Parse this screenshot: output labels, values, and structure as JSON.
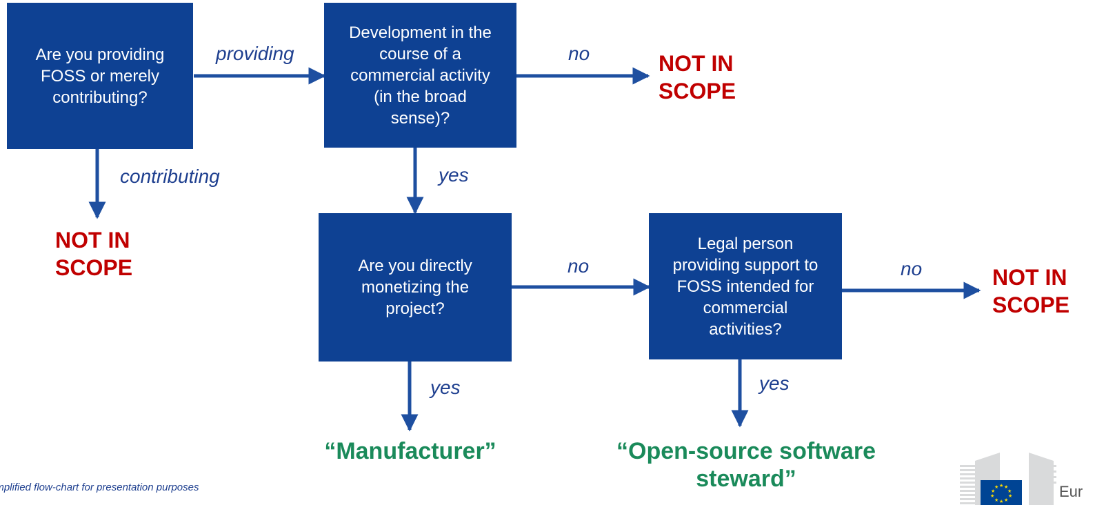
{
  "boxes": {
    "q1": [
      "Are you providing",
      "FOSS or merely",
      "contributing?"
    ],
    "q2": [
      "Development in the",
      "course of a",
      "commercial activity",
      "(in the broad",
      "sense)?"
    ],
    "q3": [
      "Are you directly",
      "monetizing the",
      "project?"
    ],
    "q4": [
      "Legal person",
      "providing support to",
      "FOSS intended for",
      "commercial",
      "activities?"
    ]
  },
  "labels": {
    "providing": "providing",
    "contributing": "contributing",
    "no1": "no",
    "yes1": "yes",
    "no2": "no",
    "no3": "no",
    "yes2": "yes",
    "yes3": "yes"
  },
  "not_in_scope": {
    "a": [
      "NOT IN",
      "SCOPE"
    ],
    "b": [
      "NOT IN",
      "SCOPE"
    ],
    "c": [
      "NOT IN",
      "SCOPE"
    ]
  },
  "outcomes": {
    "manufacturer": "“Manufacturer”",
    "steward": [
      "“Open-source software",
      "steward”"
    ]
  },
  "footnote": "implified flow-chart for presentation purposes",
  "logo_text": "Eur",
  "colors": {
    "box": "#0e4193",
    "arrow": "#1e4fa0",
    "label": "#1e3f8f",
    "not_in_scope": "#c00000",
    "outcome": "#1a8a5a"
  }
}
